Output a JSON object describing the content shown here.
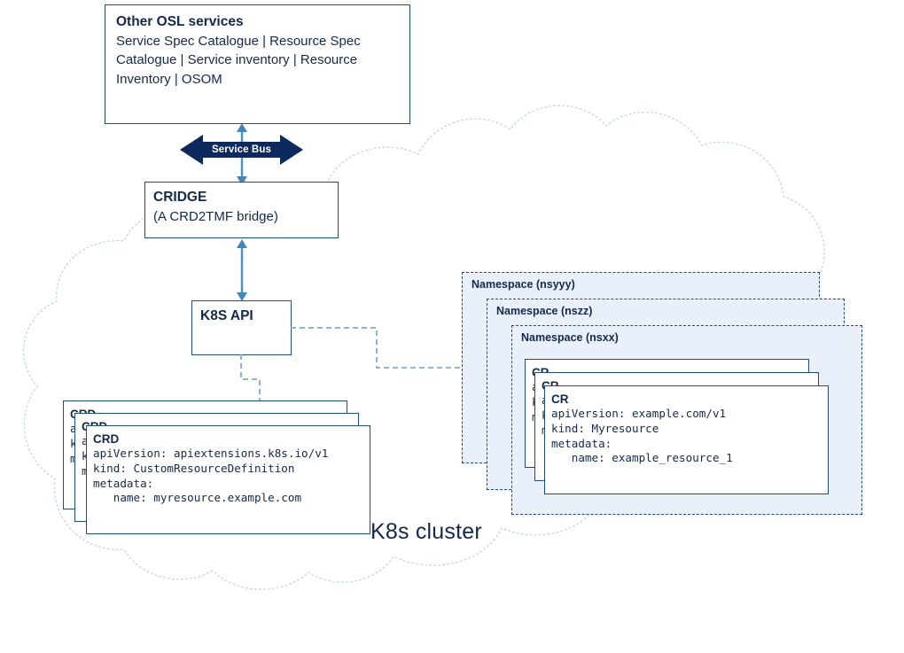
{
  "diagram": {
    "cluster_label": "K8s cluster",
    "colors": {
      "navy": "#13294b",
      "border_blue": "#1f4e79",
      "arrow_blue": "#4a90c4",
      "service_bus_navy": "#0d2a5e",
      "namespace_fill": "#e9f0f9",
      "cloud_stroke": "#bcd4ea"
    }
  },
  "osl": {
    "title": "Other OSL services",
    "description": "Service Spec Catalogue | Resource Spec Catalogue | Service inventory | Resource Inventory | OSOM"
  },
  "service_bus": {
    "label": "Service Bus"
  },
  "cridge": {
    "title": "CRIDGE",
    "subtitle": "(A CRD2TMF bridge)"
  },
  "k8s_api": {
    "title": "K8S API"
  },
  "crd_cards": [
    {
      "title": "CRD",
      "code": "apiVersion: apiextensions.k8s.io/v1\nkind: CustomResourceDefinition\nmetadata:\n   name: myresource.example.com"
    },
    {
      "title": "CRD",
      "code": "apiVersion: apiextensions.k8s.io/v1\nkind: CustomResourceDefinition\nmetadata:\n   name: myresource.example.com"
    },
    {
      "title": "CRD",
      "code": "apiVersion: apiextensions.k8s.io/v1\nkind: CustomResourceDefinition\nmetadata:\n   name: myresource.example.com"
    }
  ],
  "namespaces": [
    {
      "label": "Namespace (nsyyy)"
    },
    {
      "label": "Namespace (nszz)"
    },
    {
      "label": "Namespace (nsxx)"
    }
  ],
  "cr_cards": [
    {
      "title": "CR",
      "code": "apiVersion: example.com/v1\nkind: Myresource\nmetadata:\n   name: example_resource_1"
    },
    {
      "title": "CR",
      "code": "apiVersion: example.com/v1\nkind: Myresource\nmetadata:\n   name: example_resource_1"
    },
    {
      "title": "CR",
      "code": "apiVersion: example.com/v1\nkind: Myresource\nmetadata:\n   name: example_resource_1"
    }
  ]
}
